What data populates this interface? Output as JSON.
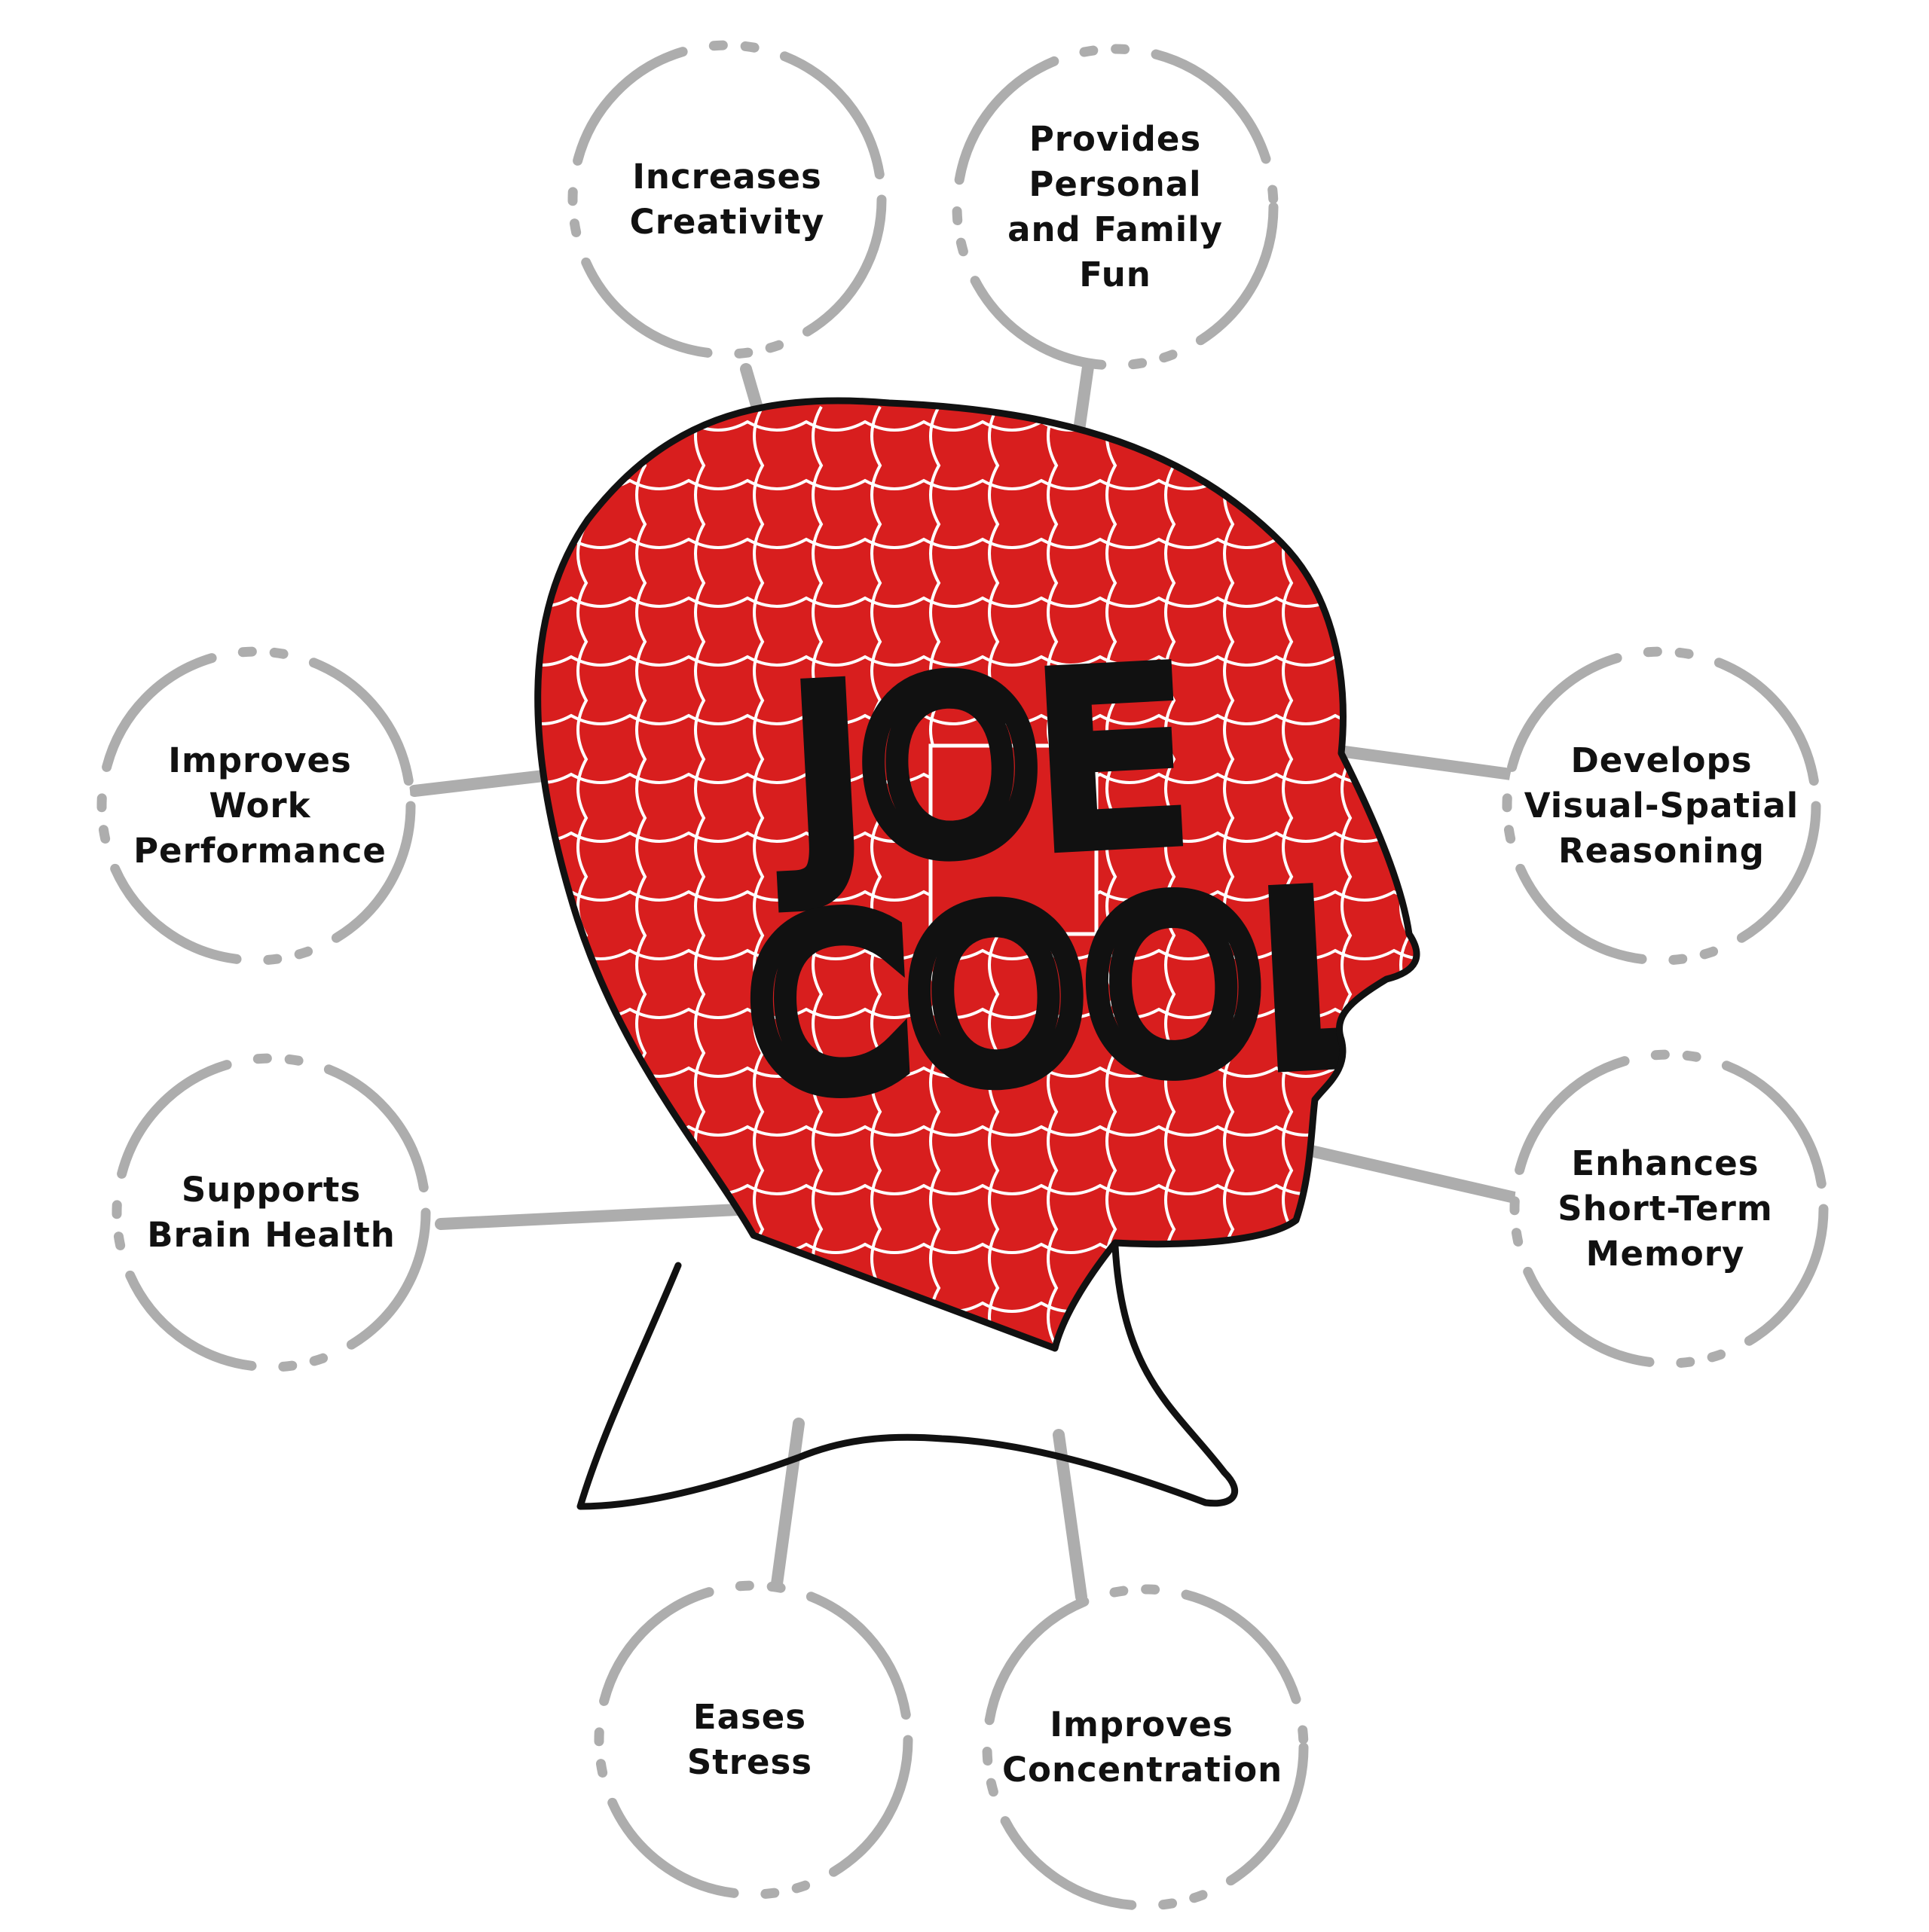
{
  "colors": {
    "head_fill": "#d81e1e",
    "outline": "#111111",
    "connector": "#adadad",
    "puzzle_lines": "#ffffff"
  },
  "head_lettering": [
    "JOE",
    "COOL"
  ],
  "benefits": [
    {
      "id": "creativity",
      "text": "Increases\nCreativity"
    },
    {
      "id": "fun",
      "text": "Provides\nPersonal\nand Family\nFun"
    },
    {
      "id": "work",
      "text": "Improves\nWork\nPerformance"
    },
    {
      "id": "visual",
      "text": "Develops\nVisual-Spatial\nReasoning"
    },
    {
      "id": "brain",
      "text": "Supports\nBrain Health"
    },
    {
      "id": "memory",
      "text": "Enhances\nShort-Term\nMemory"
    },
    {
      "id": "stress",
      "text": "Eases\nStress"
    },
    {
      "id": "concentration",
      "text": "Improves\nConcentration"
    }
  ]
}
